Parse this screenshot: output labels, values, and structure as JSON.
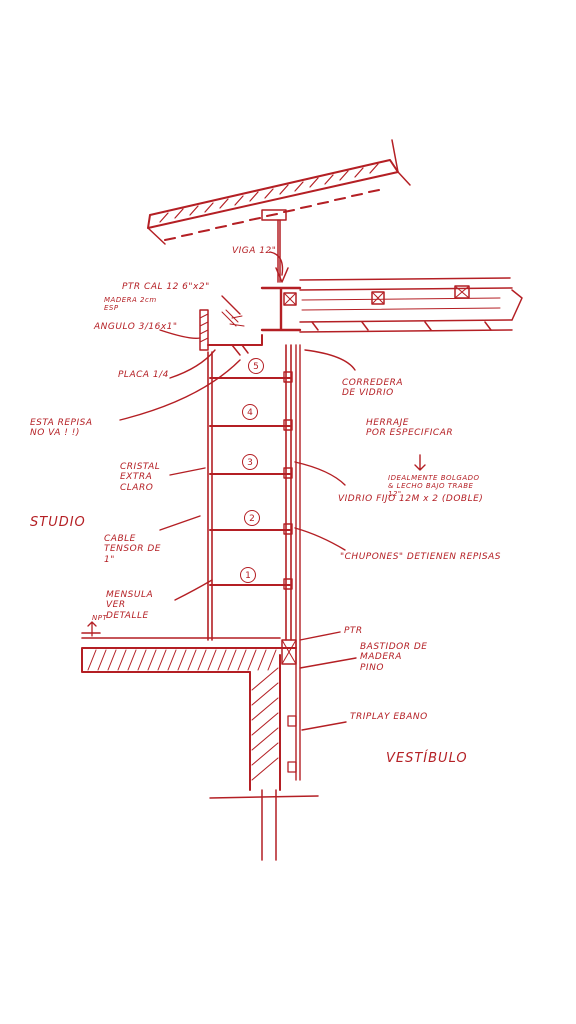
{
  "ink_color": "#b41f24",
  "labels": {
    "viga": "VIGA 12\"",
    "ptr_cal": "PTR CAL 12 6\"x2\"",
    "madera": "MADERA 2cm\nESP",
    "angulo": "ANGULO 3/16x1\"",
    "placa": "PLACA 1/4",
    "esta_repisa": "ESTA REPISA\nNO VA ! !)",
    "corredera": "CORREDERA\nDE VIDRIO",
    "herraje": "HERRAJE\nPOR ESPECIFICAR",
    "idealmente": "IDEALMENTE BOLGADO\n& LECHO BAJO TRABE\n12\"",
    "cristal": "CRISTAL\nEXTRA\nCLARO",
    "vidrio_fijo": "VIDRIO FIJO 12M x 2 (DOBLE)",
    "studio": "STUDIO",
    "cable": "CABLE\nTENSOR DE\n1\"",
    "chupones": "\"CHUPONES\" DETIENEN REPISAS",
    "mensula": "MENSULA\nVER\nDETALLE",
    "npt": "NPT",
    "ptr": "PTR",
    "bastidor": "BASTIDOR DE\nMADERA\nPINO",
    "triplay": "TRIPLAY EBANO",
    "vestibulo": "VESTÍBULO"
  },
  "shelf_numbers": [
    "5",
    "4",
    "3",
    "2",
    "1"
  ]
}
